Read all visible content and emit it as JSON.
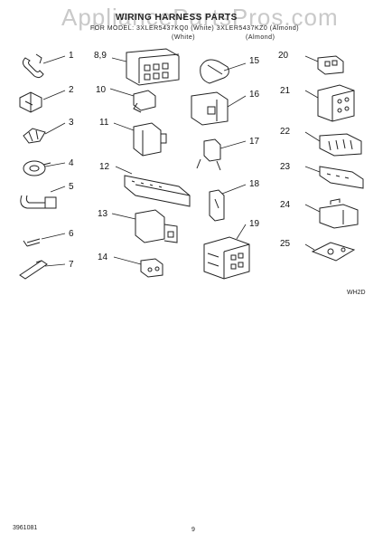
{
  "header": {
    "watermark": "AppliancePartsPros.com",
    "title": "WIRING HARNESS PARTS",
    "models_line": "FOR MODEL: 3XLER5437KQ0 (White)  3XLER5437KZ0 (Almond)",
    "color_white": "(White)",
    "color_almond": "(Almond)"
  },
  "callouts": [
    "1",
    "2",
    "3",
    "4",
    "5",
    "6",
    "7",
    "8,9",
    "10",
    "11",
    "12",
    "13",
    "14",
    "15",
    "16",
    "17",
    "18",
    "19",
    "20",
    "21",
    "22",
    "23",
    "24",
    "25"
  ],
  "section_code": "WH2D",
  "footer": {
    "part_number": "3961081",
    "page": "9"
  }
}
